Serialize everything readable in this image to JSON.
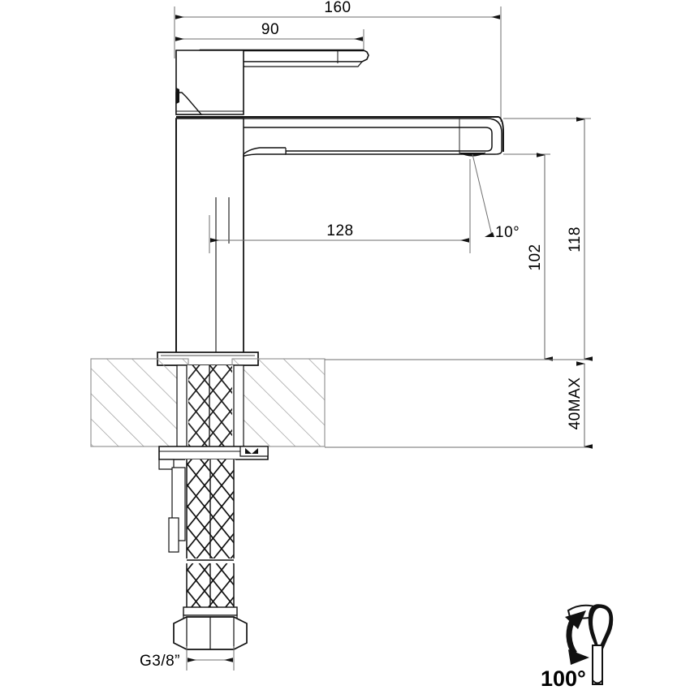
{
  "drawing": {
    "title": "Single-lever basin mixer dimensional drawing",
    "units": "mm",
    "line_color": "#1a1a1a",
    "dim_color": "#6e6e6e",
    "hatch_color": "#9a9a9a"
  },
  "dimensions": {
    "overall_width": "160",
    "handle_width": "90",
    "spout_reach": "128",
    "spout_angle": "10°",
    "spout_height": "102",
    "total_height": "118",
    "deck_thickness": "40MAX",
    "thread": "G3/8”"
  },
  "rotation": {
    "angle": "100°",
    "icon": "lever-rotation-icon"
  },
  "labels": {
    "dim_160": "160",
    "dim_90": "90",
    "dim_128": "128",
    "dim_10deg": "10°",
    "dim_102": "102",
    "dim_118": "118",
    "dim_40max": "40MAX",
    "dim_g38": "G3/8”",
    "rot_100": "100°"
  }
}
